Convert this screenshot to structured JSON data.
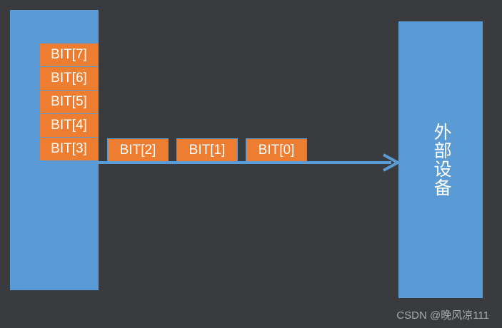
{
  "diagram": {
    "background_color": "#3a3b3f",
    "panel_color": "#5b9bd5",
    "bit_color": "#ed7d31",
    "bit_border_color": "#5b9bd5",
    "text_color": "#ffffff",
    "arrow_color": "#5b9bd5",
    "source_panel": {
      "label": ""
    },
    "device_panel": {
      "label": "外部设备"
    },
    "bit_stack": [
      {
        "label": "BIT[7]"
      },
      {
        "label": "BIT[6]"
      },
      {
        "label": "BIT[5]"
      },
      {
        "label": "BIT[4]"
      },
      {
        "label": "BIT[3]"
      }
    ],
    "bit_row": [
      {
        "label": "BIT[2]"
      },
      {
        "label": "BIT[1]"
      },
      {
        "label": "BIT[0]"
      }
    ],
    "arrow": {
      "direction": "right",
      "from": "source-panel",
      "to": "device-panel"
    }
  },
  "watermark": {
    "text": "CSDN @晚风凉111",
    "color": "#a8a9ad"
  }
}
